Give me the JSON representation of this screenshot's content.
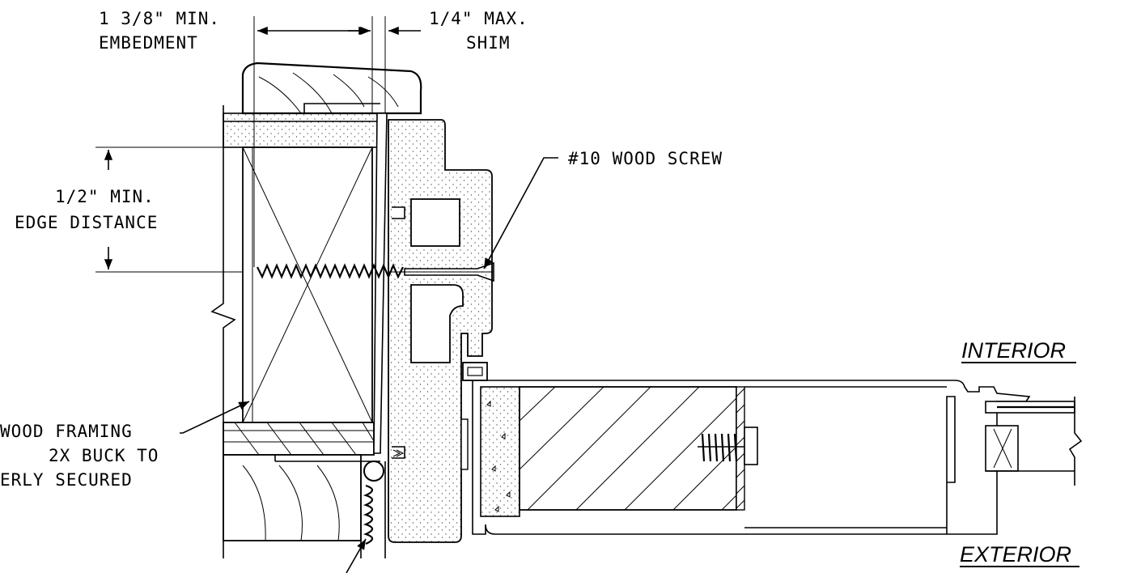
{
  "labels": {
    "embedment_line1": "1 3/8\" MIN.",
    "embedment_line2": "EMBEDMENT",
    "shim_line1": "1/4\" MAX.",
    "shim_line2": "SHIM",
    "screw": "#10 WOOD SCREW",
    "edge_line1": "1/2\" MIN.",
    "edge_line2": "EDGE DISTANCE",
    "framing_line1": "WOOD FRAMING",
    "framing_line2": "2X BUCK TO",
    "framing_line3": "ERLY SECURED",
    "interior": "INTERIOR",
    "exterior": "EXTERIOR"
  }
}
